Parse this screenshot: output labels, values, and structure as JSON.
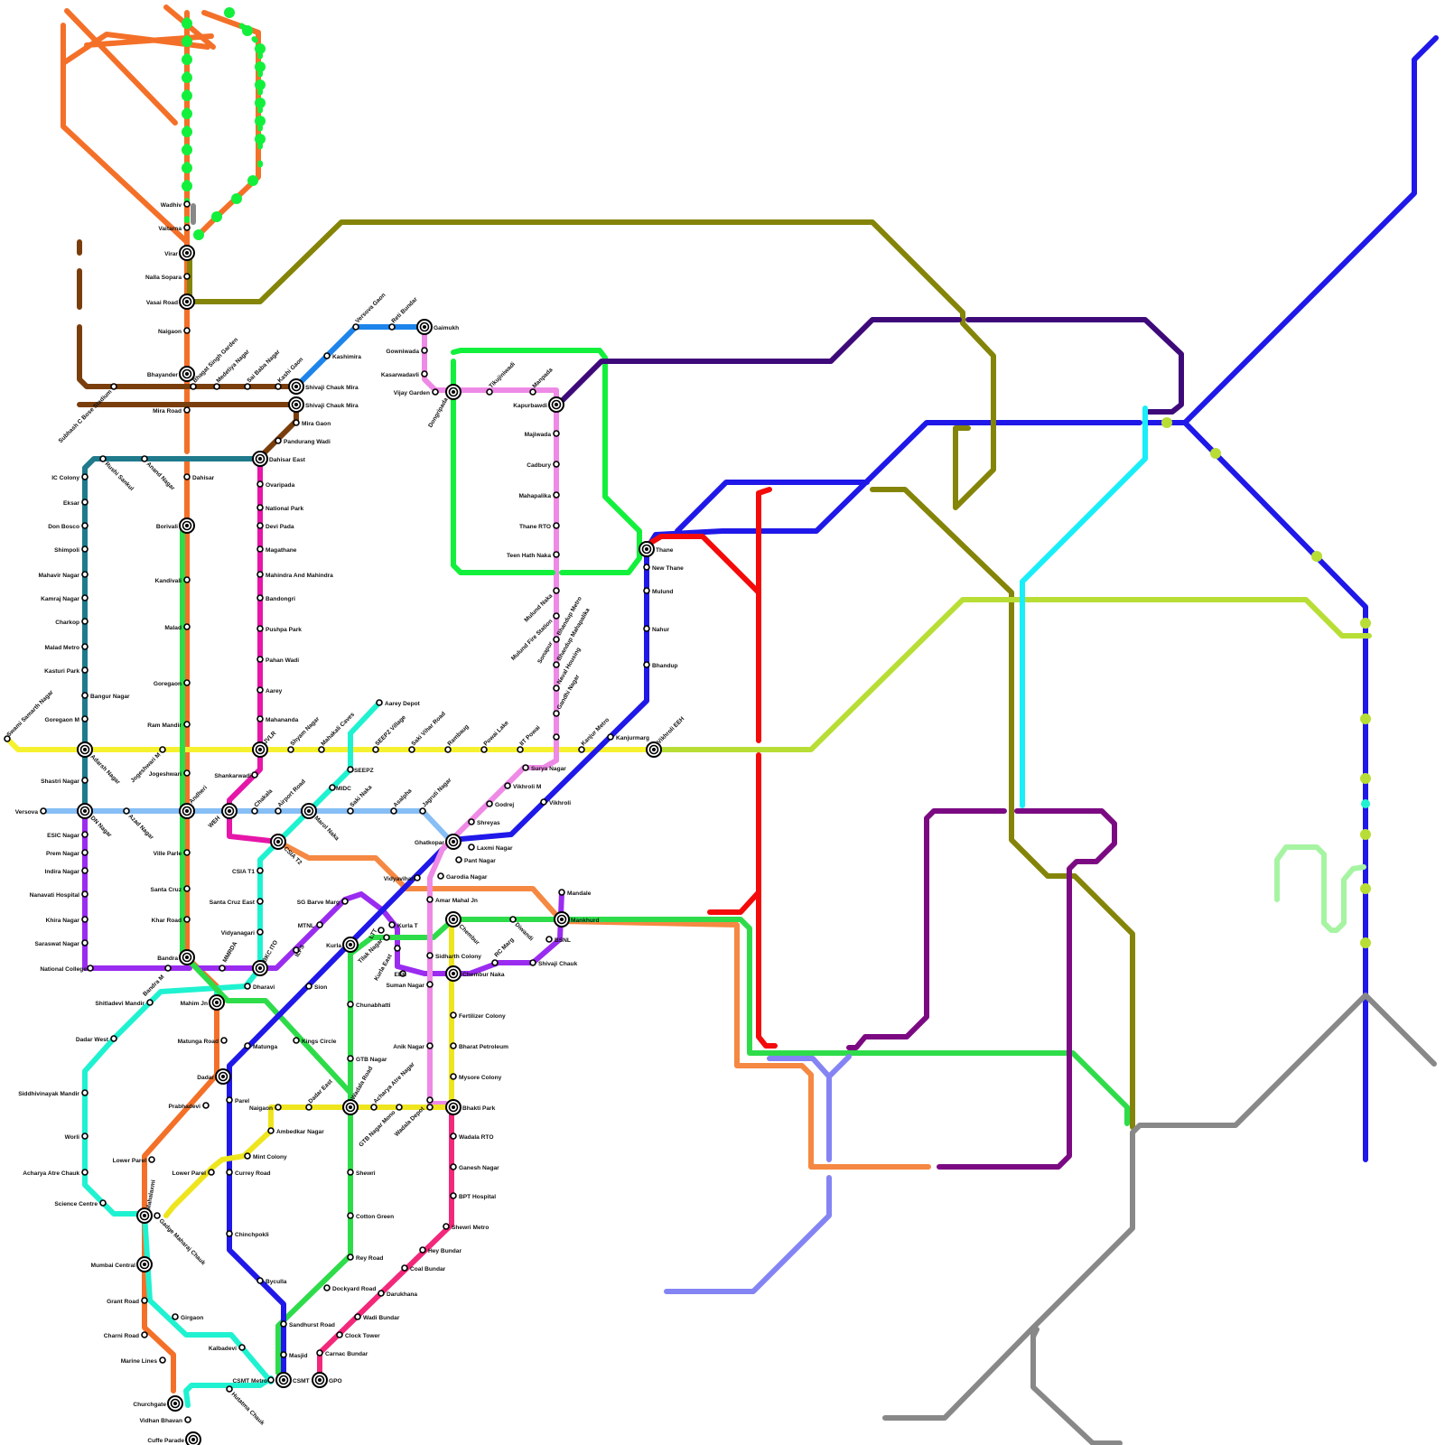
{
  "colors": {
    "western": "#F47028",
    "central": "#1F18E8",
    "harbour_green": "#2EDC4A",
    "yellow": "#F6F12E",
    "sky_blue": "#86BEF5",
    "teal": "#1F7A8C",
    "violet": "#9A2CF0",
    "aqua": "#1FF2D0",
    "magenta": "#E616A8",
    "brown": "#7A3E0C",
    "pink_metro": "#EE8AE6",
    "orange_line": "#F58842",
    "olive": "#848408",
    "indigo": "#3E0A7A",
    "purple": "#7B0A82",
    "red": "#F40A0A",
    "lime": "#B8DE36",
    "cyan": "#1AEEF8",
    "periwinkle": "#8484F4",
    "grey": "#888888",
    "bright_green": "#12F03C",
    "light_green": "#A6F4A2",
    "mono_yellow": "#EEE51E",
    "hot_pink": "#F2287A",
    "metro_blue": "#1C84EA",
    "dark_yellow": "#E8E030"
  },
  "stations": {
    "virar": "Virar",
    "nalla_sopara": "Nalla Sopara",
    "vasai_road": "Vasai Road",
    "naigaon_w": "Naigaon",
    "bhayander": "Bhayander",
    "mira_road": "Mira Road",
    "dahisar": "Dahisar",
    "borivali": "Borivali",
    "kandivali": "Kandivali",
    "malad": "Malad",
    "goregaon": "Goregaon",
    "ram_mandir": "Ram Mandir",
    "jogeshwari": "Jogeshwari",
    "andheri": "Andheri",
    "ville_parle": "Ville Parle",
    "santa_cruz": "Santa Cruz",
    "khar_road": "Khar Road",
    "bandra": "Bandra",
    "mahim_jn": "Mahim Jn",
    "matunga_road": "Matunga Road",
    "dadar": "Dadar",
    "prabhadevi": "Prabhadevi",
    "lower_parel": "Lower Parel",
    "mahalaxmi": "Mahalaxmi",
    "mumbai_central": "Mumbai Central",
    "grant_road": "Grant Road",
    "charni_road": "Charni Road",
    "marine_lines": "Marine Lines",
    "churchgate": "Churchgate",
    "vidhan_bhavan": "Vidhan Bhavan",
    "cuffe_parade": "Cuffe Parade",
    "wadhiv": "Wadhiv",
    "vaitarna": "Vaitarna",
    "bhagat_singh_garden": "Bhagat Singh Garden",
    "medetiya_nagar": "Medetiya Nagar",
    "sai_baba_nagar": "Sai Baba Nagar",
    "kashi_gaon": "Kashi Gaon",
    "shivaji_chauk_mira_1": "Shivaji Chauk Mira",
    "shivaji_chauk_mira_2": "Shivaji Chauk Mira",
    "subhash_c_bose": "Subhash C Bose Stadium",
    "mira_gaon": "Mira Gaon",
    "pandurang_wadi": "Pandurang Wadi",
    "dahisar_east": "Dahisar East",
    "rushi_sankul": "Rushi Sankul",
    "anand_nagar": "Anand Nagar",
    "ic_colony": "IC Colony",
    "eksar": "Eksar",
    "don_bosco": "Don Bosco",
    "shimpoli": "Shimpoli",
    "mahavir_nagar": "Mahavir Nagar",
    "kamraj_nagar": "Kamraj Nagar",
    "charkop": "Charkop",
    "malad_metro": "Malad Metro",
    "kasturi_park": "Kasturi Park",
    "bangur_nagar": "Bangur Nagar",
    "goregaon_m": "Goregaon M",
    "adarsh_nagar": "Adarsh Nagar",
    "shastri_nagar": "Shastri Nagar",
    "dn_nagar": "DN Nagar",
    "esic_nagar": "ESIC Nagar",
    "prem_nagar": "Prem Nagar",
    "indira_nagar": "Indira Nagar",
    "nanavati_hospital": "Nanavati Hospital",
    "khira_nagar": "Khira Nagar",
    "saraswat_nagar": "Saraswat Nagar",
    "national_college": "National College",
    "bandra_m": "Bandra M",
    "versova": "Versova",
    "azad_nagar": "Azad Nagar",
    "swami_samarth_nagar": "Swami Samarth Nagar",
    "jogeshwari_m": "Jogeshwari M",
    "ovaripada": "Ovaripada",
    "national_park": "National Park",
    "devi_pada": "Devi Pada",
    "magathane": "Magathane",
    "mahindra": "Mahindra And Mahindra",
    "bandongri": "Bandongri",
    "pushpa_park": "Pushpa Park",
    "pahan_wadi": "Pahan Wadi",
    "aarey": "Aarey",
    "mahananda": "Mahananda",
    "jvlr": "JVLR",
    "shyam_nagar": "Shyam Nagar",
    "mahakali_caves": "Mahakali Caves",
    "seepz_village": "SEEPZ Village",
    "saki_vihar_road": "Saki Vihar Road",
    "ramabaug": "Rambaug",
    "powai_lake": "Powai Lake",
    "iit_powai": "IIT Powai",
    "kanjur_metro": "Kanjur Metro",
    "kanjurmarg": "Kanjurmarg",
    "vikhroli_eeh": "Vikhroli EEH",
    "shankarwadi": "Shankarwadi",
    "weh": "WEH",
    "chakala": "Chakala",
    "airport_road": "Airport Road",
    "marol_naka": "Marol Naka",
    "saki_naka": "Saki Naka",
    "asalpha": "Asalpha",
    "jagruti_nagar": "Jagruti Nagar",
    "ghatkopar": "Ghatkopar",
    "aarey_depot": "Aarey Depot",
    "seepz": "SEEPZ",
    "midc": "MIDC",
    "csia_t2": "CSIA T2",
    "csia_t1": "CSIA T1",
    "santa_cruz_east": "Santa Cruz East",
    "vidyanagari": "Vidyanagari",
    "bkc_ito": "BKC ITO",
    "mmrda": "MMRDA",
    "dharavi": "Dharavi",
    "sion": "Sion",
    "ilfs": "ILFS",
    "mtnl": "MTNL",
    "sg_barve_marg": "SG Barve Marg",
    "kurla_t": "Kurla T",
    "kurla": "Kurla",
    "ltt": "LTT",
    "tilak_nagar": "Tilak Nagar",
    "kurla_east": "Kurla East",
    "eeh": "EEH",
    "vidyavihar": "Vidyavihar",
    "garodia_nagar": "Garodia Nagar",
    "pant_nagar": "Pant Nagar",
    "laxmi_nagar": "Laxmi Nagar",
    "shreyas": "Shreyas",
    "godrej": "Godrej",
    "vikhroli_m": "Vikhroli M",
    "surya_nagar": "Surya Nagar",
    "vikhroli": "Vikhroli",
    "amar_mahal_jn": "Amar Mahal Jn",
    "chembur": "Chembur",
    "diwandi": "Diwandi",
    "mankhurd": "Mankhurd",
    "mandale": "Mandale",
    "bsnl": "BSNL",
    "shivaji_chauk": "Shivaji Chauk",
    "rc_marg": "RC Marg",
    "chembur_naka": "Chembur Naka",
    "sidharth_colony": "Sidharth Colony",
    "suman_nagar": "Suman Nagar",
    "fertilizer_colony": "Fertilizer Colony",
    "bharat_petroleum": "Bharat Petroleum",
    "mysore_colony": "Mysore Colony",
    "bhakti_park": "Bhakti Park",
    "anik_nagar": "Anik Nagar",
    "wadala_depot": "Wadala Depot",
    "gtb_nagar_mono": "GTB Nagar Mono",
    "acharya_atre_nagar": "Acharya Atre Nagar",
    "wadala_road": "Wadala Road",
    "dadar_east": "Dadar East",
    "naigaon_c": "Naigaon",
    "ambedkar_nagar": "Ambedkar Nagar",
    "mint_colony": "Mint Colony",
    "lower_parel_m": "Lower Parel",
    "gadge_maharaj_chauk": "Gadge Maharaj Chauk",
    "kings_circle": "Kings Circle",
    "matunga": "Matunga",
    "chunabhatti": "Chunabhatti",
    "gtb_nagar": "GTB Nagar",
    "parel": "Parel",
    "currey_road": "Currey Road",
    "chinchpokli": "Chinchpokli",
    "byculla": "Byculla",
    "sandhurst_road": "Sandhurst Road",
    "masjid": "Masjid",
    "csmt": "CSMT",
    "csmt_metro": "CSMT Metro",
    "gpo": "GPO",
    "carnac_bundar": "Carnac Bundar",
    "clock_tower": "Clock Tower",
    "wadi_bundar": "Wadi Bundar",
    "darukhana": "Darukhana",
    "coal_bundar": "Coal Bundar",
    "hey_bundar": "Hey Bundar",
    "sewri_metro": "Shewri Metro",
    "bpt_hospital": "BPT Hospital",
    "ganesh_nagar": "Ganesh Nagar",
    "wadala_rto": "Wadala RTO",
    "sewri": "Shewri",
    "cotton_green": "Cotton Green",
    "rey_road": "Rey Road",
    "dockyard_road": "Dockyard Road",
    "shitladevi_mandir": "Shitladevi Mandir",
    "dadar_west": "Dadar West",
    "siddhivinayak_mandir": "Siddhivinayak Mandir",
    "worli": "Worli",
    "acharya_atre_chauk": "Acharya Atre Chauk",
    "science_centre": "Science Centre",
    "girgaon": "Girgaon",
    "kalbadevi": "Kalbadevi",
    "hutatma_chauk": "Hutatma Chauk",
    "gaimukh": "Gaimukh",
    "gowniwada": "Gowniwada",
    "kasarwadavli": "Kasarwadavli",
    "vijay_garden": "Vijay Garden",
    "dongripada": "Dongripada",
    "tikujiniwadi": "Tikujiniwadi",
    "manpada": "Manpada",
    "kapurbawdi": "Kapurbawdi",
    "majiwada": "Majiwada",
    "cadbury": "Cadbury",
    "mahapalika": "Mahapalika",
    "thane_rto": "Thane RTO",
    "teen_hath_naka": "Teen Hath Naka",
    "mulund_naka": "Mulund Naka",
    "mulund_fire_station": "Mulund Fire Station",
    "sonapur": "Sonapur",
    "bhandup_metro": "Bhandup Metro",
    "bhandup_mahapalika": "Bhandup Mahapalika",
    "naval_housing": "Naval Housing",
    "gandhi_nagar": "Gandhi Nagar",
    "thane": "Thane",
    "new_thane": "New Thane",
    "mulund": "Mulund",
    "nahur": "Nahur",
    "bhandup": "Bhandup",
    "versova_gaon": "Versova Gaon",
    "reti_bundar": "Reti Bundar",
    "kashimira": "Kashimira"
  }
}
